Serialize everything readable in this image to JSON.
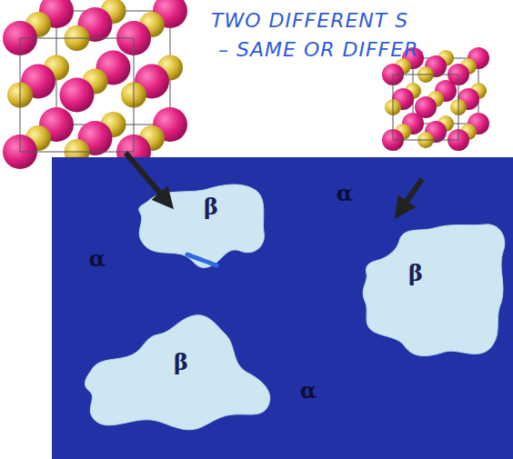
{
  "diagram": {
    "nodes": [
      {
        "text": [
          "α",
          "α",
          "α"
        ]
      },
      {
        "text": [
          "β"
        ],
        "in": 0
      },
      {
        "text": [
          "β"
        ],
        "in": 0
      },
      {
        "text": [
          "β"
        ],
        "in": 0
      }
    ],
    "labels": [
      "TWO DIFFERENT S",
      "– SAME OR DIFFER"
    ]
  }
}
